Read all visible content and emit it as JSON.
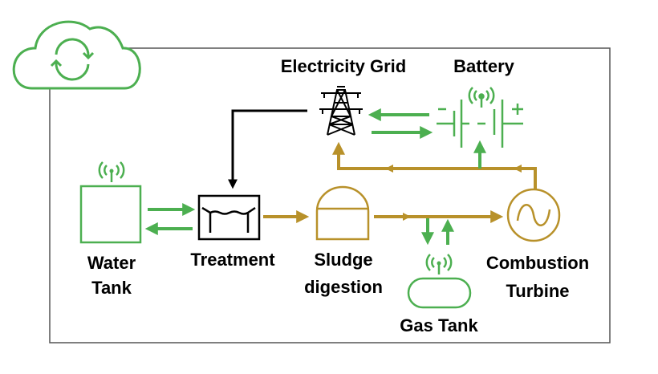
{
  "colors": {
    "green": "#4caf50",
    "gold": "#b8912a",
    "black": "#000000",
    "frame": "#555555"
  },
  "labels": {
    "electricity_grid": "Electricity Grid",
    "battery": "Battery",
    "water_tank_1": "Water",
    "water_tank_2": "Tank",
    "treatment": "Treatment",
    "sludge_1": "Sludge",
    "sludge_2": "digestion",
    "turbine_1": "Combustion",
    "turbine_2": "Turbine",
    "gas_tank": "Gas Tank"
  },
  "icons": [
    "cloud-sync-icon",
    "transmission-tower-icon",
    "battery-icon",
    "water-tank-icon",
    "treatment-basin-icon",
    "digester-icon",
    "generator-icon",
    "gas-tank-icon",
    "wireless-antenna-icon"
  ]
}
